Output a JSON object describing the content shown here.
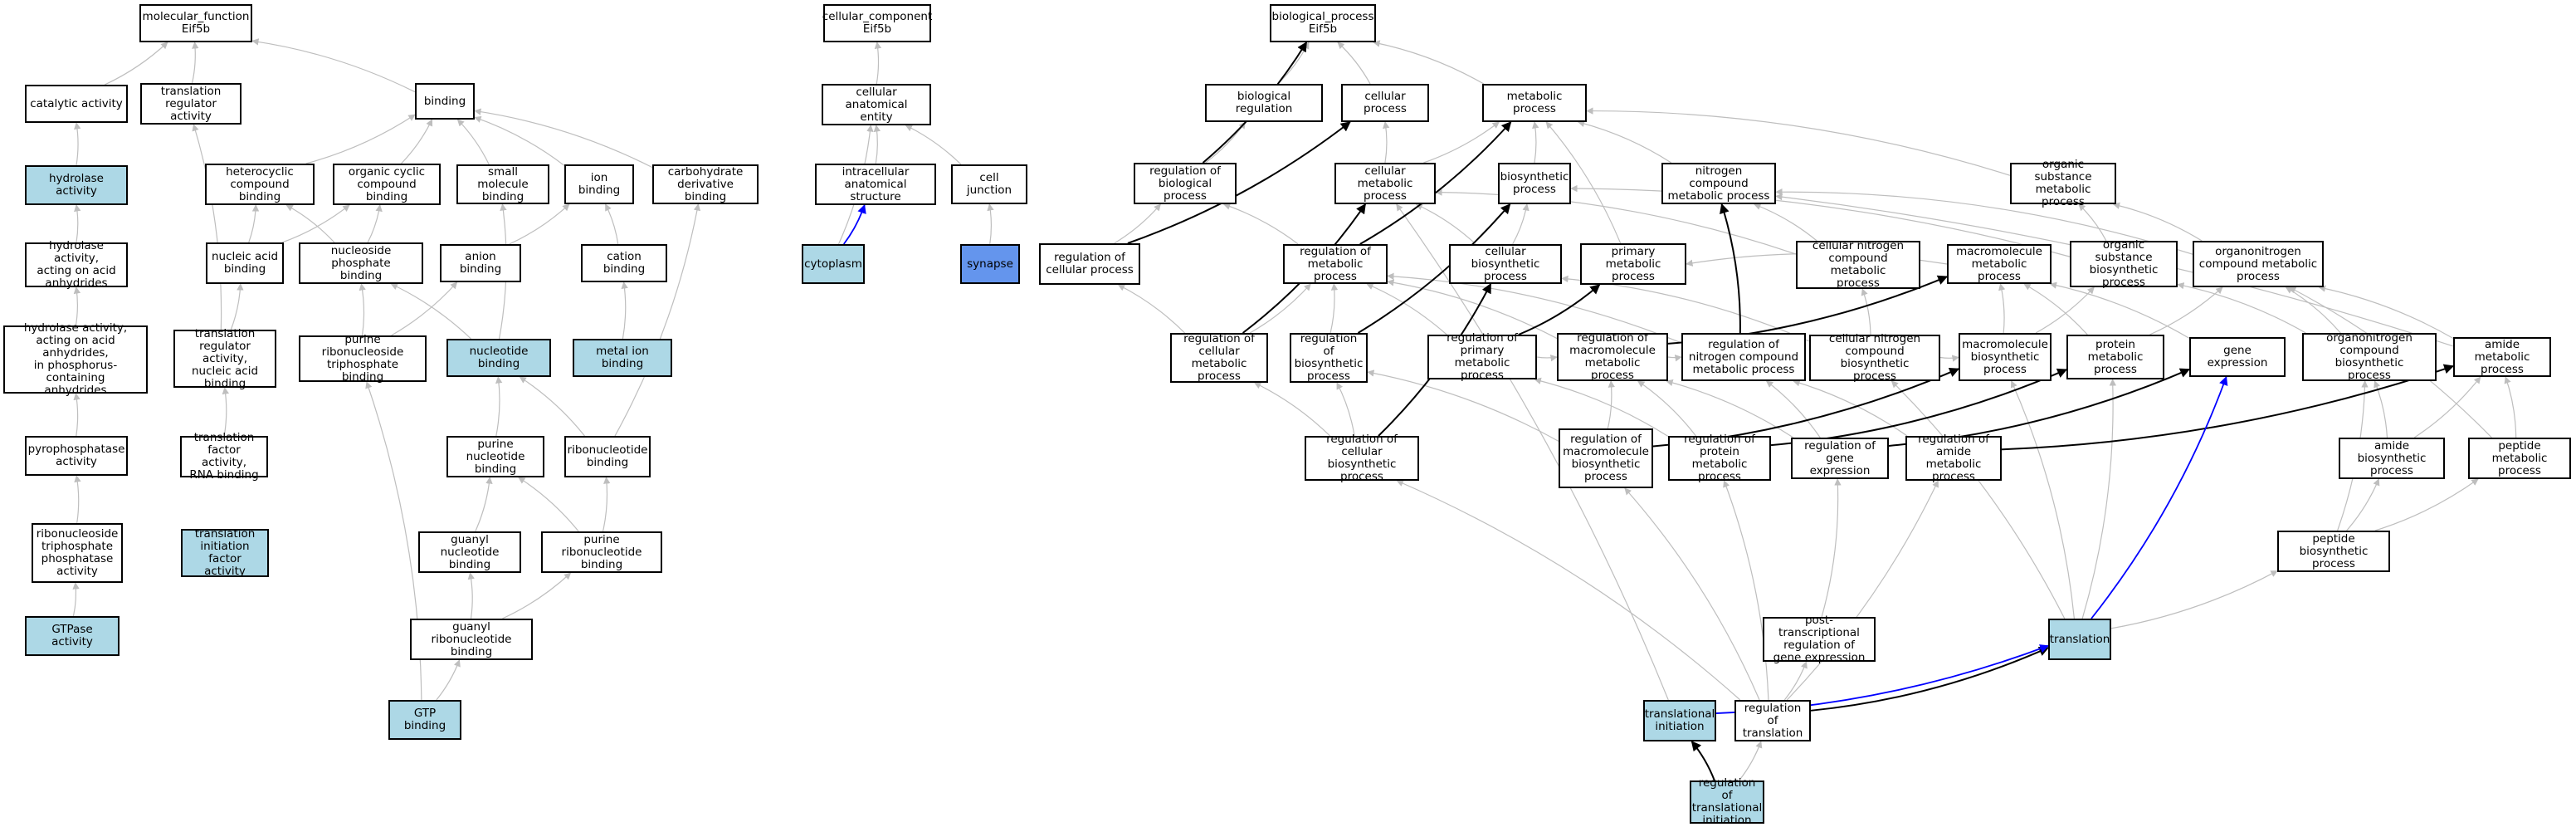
{
  "nodes": {
    "mf": "molecular_function\nEif5b",
    "cat": "catalytic activity",
    "trans_reg": "translation\nregulator activity",
    "binding": "binding",
    "hydro": "hydrolase activity",
    "hetero": "heterocyclic\ncompound binding",
    "orgcyc": "organic cyclic\ncompound binding",
    "smallmol": "small molecule\nbinding",
    "ion": "ion binding",
    "carb": "carbohydrate\nderivative binding",
    "hydro_acid": "hydrolase activity,\nacting on acid\nanhydrides",
    "nucacid": "nucleic acid\nbinding",
    "nucphos": "nucleoside phosphate\nbinding",
    "anion": "anion binding",
    "cation": "cation binding",
    "hydro_p": "hydrolase activity,\nacting on acid\nanhydrides,\nin phosphorus-containing\nanhydrides",
    "trna": "translation\nregulator activity,\nnucleic acid\nbinding",
    "purtri": "purine ribonucleoside\ntriphosphate\nbinding",
    "nucbind": "nucleotide binding",
    "metal": "metal ion binding",
    "pyro": "pyrophosphatase\nactivity",
    "tfrna": "translation\nfactor activity,\nRNA binding",
    "purnuc": "purine nucleotide\nbinding",
    "ribonuc": "ribonucleotide\nbinding",
    "ntp": "ribonucleoside\ntriphosphate\nphosphatase\nactivity",
    "tiaf": "translation\ninitiation factor\nactivity",
    "guanuc": "guanyl nucleotide\nbinding",
    "purribo": "purine ribonucleotide\nbinding",
    "gtpase": "GTPase activity",
    "guanribo": "guanyl ribonucleotide\nbinding",
    "gtp": "GTP binding",
    "cc": "cellular_component\nEif5b",
    "cae": "cellular anatomical\nentity",
    "ias": "intracellular\nanatomical structure",
    "cj": "cell junction",
    "cyto": "cytoplasm",
    "syn": "synapse",
    "bp": "biological_process\nEif5b",
    "breg": "biological regulation",
    "cellp": "cellular process",
    "metp": "metabolic process",
    "regbio": "regulation of\nbiological process",
    "cellmet": "cellular metabolic\nprocess",
    "biosyn": "biosynthetic\nprocess",
    "ncmp": "nitrogen compound\nmetabolic process",
    "osmp": "organic substance\nmetabolic process",
    "regcell": "regulation of\ncellular process",
    "regmet": "regulation of\nmetabolic process",
    "cbp": "cellular biosynthetic\nprocess",
    "pmp": "primary metabolic\nprocess",
    "cncmp": "cellular nitrogen\ncompound metabolic\nprocess",
    "mmp": "macromolecule\nmetabolic process",
    "osbp": "organic substance\nbiosynthetic\nprocess",
    "ocmp": "organonitrogen\ncompound metabolic\nprocess",
    "regcmp": "regulation of\ncellular metabolic\nprocess",
    "regbp": "regulation of\nbiosynthetic\nprocess",
    "regpmp": "regulation of\nprimary metabolic\nprocess",
    "regmmp": "regulation of\nmacromolecule\nmetabolic process",
    "regncmp": "regulation of\nnitrogen compound\nmetabolic process",
    "cncbp": "cellular nitrogen\ncompound biosynthetic\nprocess",
    "mbp": "macromolecule\nbiosynthetic\nprocess",
    "protmp": "protein metabolic\nprocess",
    "geneexp": "gene expression",
    "ocbp": "organonitrogen\ncompound biosynthetic\nprocess",
    "amp": "amide metabolic\nprocess",
    "regcbp": "regulation of\ncellular biosynthetic\nprocess",
    "regmbp": "regulation of\nmacromolecule\nbiosynthetic\nprocess",
    "regprot": "regulation of\nprotein metabolic\nprocess",
    "reggene": "regulation of\ngene expression",
    "regamp": "regulation of\namide metabolic\nprocess",
    "abp": "amide biosynthetic\nprocess",
    "pepmp": "peptide metabolic\nprocess",
    "pepbp": "peptide biosynthetic\nprocess",
    "ptreg": "post-transcriptional\nregulation of\ngene expression",
    "transl": "translation",
    "transinit": "translational\ninitiation",
    "regtrans": "regulation of\ntranslation",
    "regti": "regulation of\ntranslational\ninitiation"
  },
  "colors": {
    "highlight": "#add8e6",
    "highlight_strong": "#6495ed",
    "edge_default": "#bebebe",
    "edge_strong": "#000000",
    "edge_positive": "#0000ff"
  }
}
